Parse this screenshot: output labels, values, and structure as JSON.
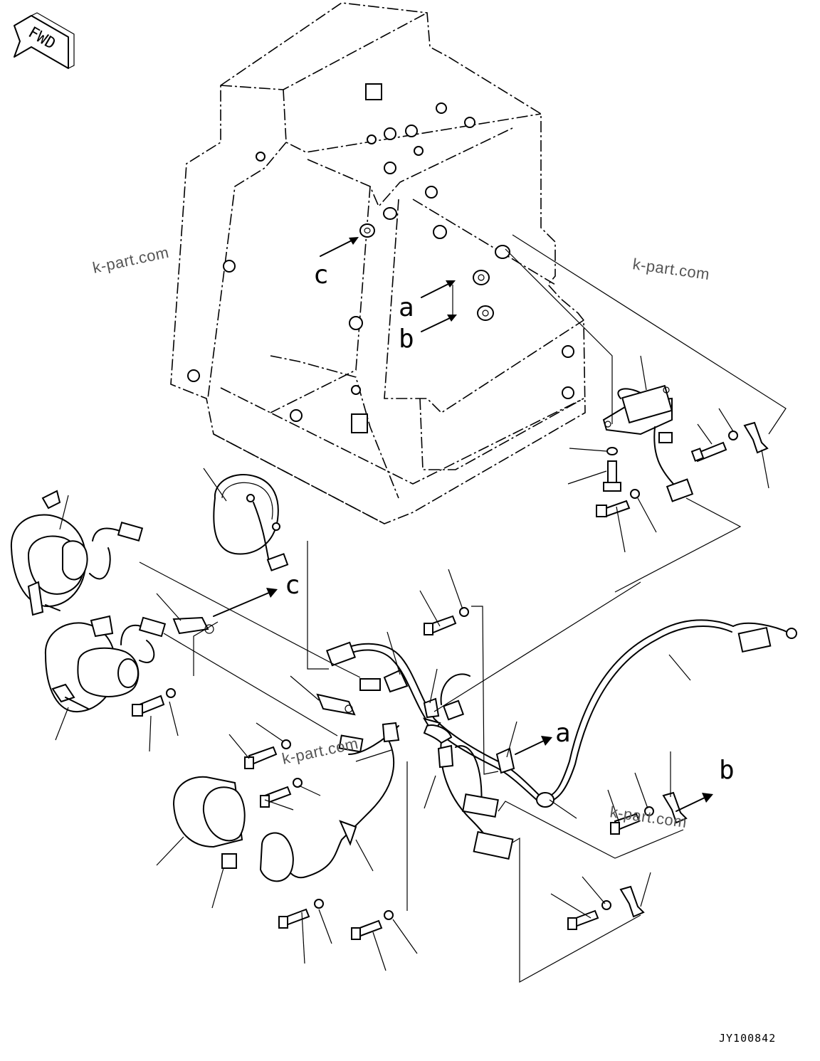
{
  "fwd_label": "FWD",
  "callouts": {
    "a_upper": "a",
    "b_upper": "b",
    "c_upper": "c",
    "c_lower": "c",
    "a_lower": "a",
    "b_lower": "b"
  },
  "watermark": "k-part.com",
  "drawing_code": "JY100842"
}
